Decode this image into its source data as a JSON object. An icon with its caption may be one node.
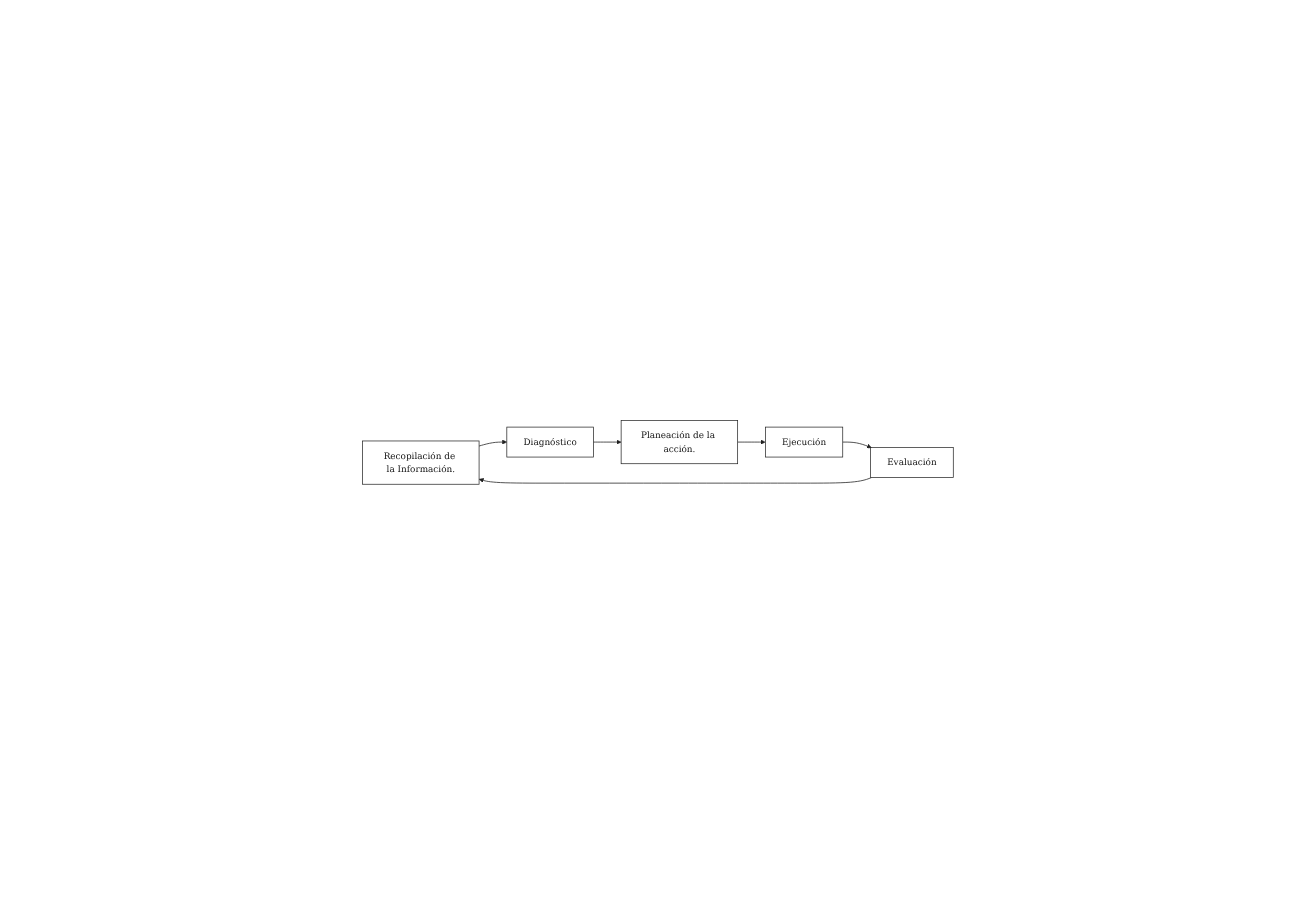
{
  "diagram": {
    "nodes": [
      {
        "text": [
          "Recopilación de la Información."
        ]
      },
      {
        "text": [
          "Diagnóstico"
        ]
      },
      {
        "text": [
          "Planeación de la acción."
        ]
      },
      {
        "text": [
          "Ejecución"
        ]
      },
      {
        "text": [
          "Evaluación"
        ]
      }
    ],
    "edges": [
      {
        "from": 0,
        "to": 1,
        "arrow": "to"
      },
      {
        "from": 1,
        "to": 2,
        "arrow": "to"
      },
      {
        "from": 2,
        "to": 3,
        "arrow": "to"
      },
      {
        "from": 3,
        "to": 4,
        "arrow": "to"
      },
      {
        "from": 4,
        "to": 0,
        "arrow": "to"
      }
    ]
  }
}
